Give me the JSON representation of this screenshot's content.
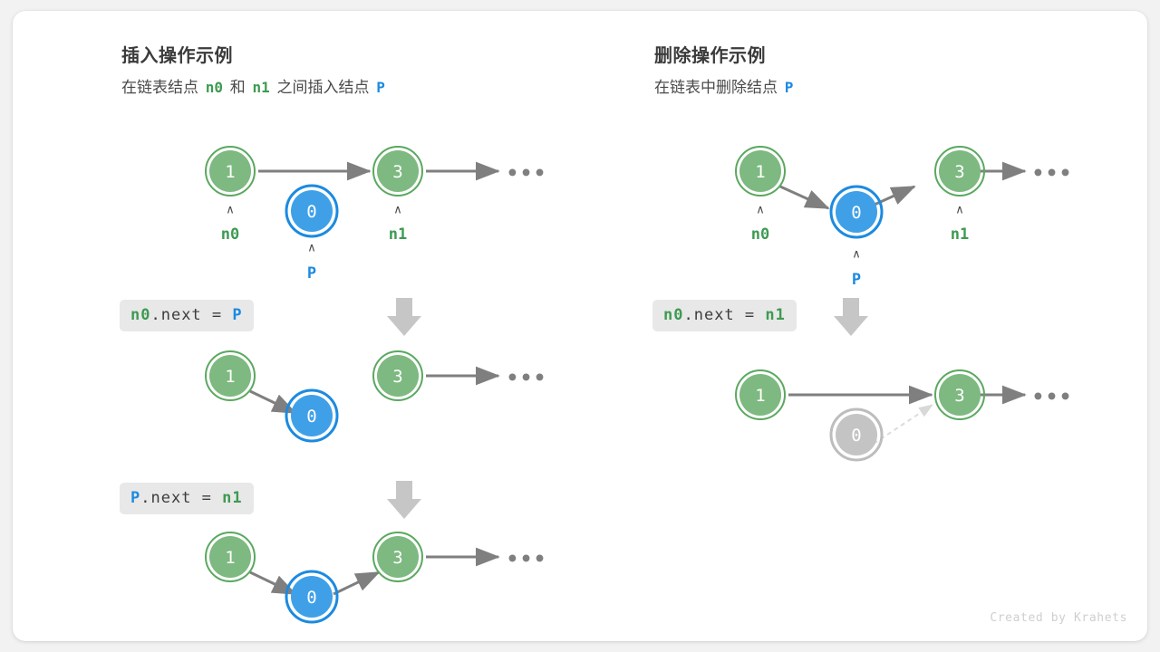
{
  "theme": {
    "page_bg": "#f2f2f2",
    "card_bg": "#ffffff",
    "green_fill": "#7db980",
    "green_ring": "#5aa85f",
    "green_text": "#3e9a52",
    "blue_fill": "#3fa0e8",
    "blue_ring": "#1c8ae0",
    "blue_text": "#1c8ae0",
    "gray_fill": "#c4c4c4",
    "gray_ring": "#bdbdbd",
    "arrow_gray": "#7f7f7f",
    "chip_bg": "#e8e8e8"
  },
  "panels": [
    {
      "id": "insert",
      "title": "插入操作示例",
      "subtitle": {
        "parts": [
          {
            "text": "在链表结点",
            "style": "plain"
          },
          {
            "text": "n0",
            "style": "green"
          },
          {
            "text": "和",
            "style": "plain"
          },
          {
            "text": "n1",
            "style": "green"
          },
          {
            "text": "之间插入结点",
            "style": "plain"
          },
          {
            "text": "P",
            "style": "blue"
          }
        ]
      },
      "steps": [
        {
          "name": "initial-state",
          "nodes": [
            {
              "value": "1",
              "color": "green",
              "pointer": "n0",
              "pointer_color": "green"
            },
            {
              "value": "0",
              "color": "blue",
              "pointer": "P",
              "pointer_color": "blue"
            },
            {
              "value": "3",
              "color": "green",
              "pointer": "n1",
              "pointer_color": "green"
            }
          ],
          "links": [
            "1->3",
            "3->tail"
          ],
          "tail": "•••"
        },
        {
          "name": "after-n0-next-p",
          "code": {
            "tokens": [
              {
                "t": "n0",
                "c": "green"
              },
              {
                "t": ".next = ",
                "c": "plain"
              },
              {
                "t": "P",
                "c": "blue"
              }
            ]
          },
          "nodes": [
            {
              "value": "1",
              "color": "green"
            },
            {
              "value": "0",
              "color": "blue"
            },
            {
              "value": "3",
              "color": "green"
            }
          ],
          "links": [
            "1->0",
            "3->tail"
          ],
          "tail": "•••"
        },
        {
          "name": "after-p-next-n1",
          "code": {
            "tokens": [
              {
                "t": "P",
                "c": "blue"
              },
              {
                "t": ".next = ",
                "c": "plain"
              },
              {
                "t": "n1",
                "c": "green"
              }
            ]
          },
          "nodes": [
            {
              "value": "1",
              "color": "green"
            },
            {
              "value": "0",
              "color": "blue"
            },
            {
              "value": "3",
              "color": "green"
            }
          ],
          "links": [
            "1->0",
            "0->3",
            "3->tail"
          ],
          "tail": "•••"
        }
      ]
    },
    {
      "id": "remove",
      "title": "删除操作示例",
      "subtitle": {
        "parts": [
          {
            "text": "在链表中删除结点",
            "style": "plain"
          },
          {
            "text": "P",
            "style": "blue"
          }
        ]
      },
      "steps": [
        {
          "name": "initial-state",
          "nodes": [
            {
              "value": "1",
              "color": "green",
              "pointer": "n0",
              "pointer_color": "green"
            },
            {
              "value": "0",
              "color": "blue",
              "pointer": "P",
              "pointer_color": "blue"
            },
            {
              "value": "3",
              "color": "green",
              "pointer": "n1",
              "pointer_color": "green"
            }
          ],
          "links": [
            "1->0",
            "0->3",
            "3->tail"
          ],
          "tail": "•••"
        },
        {
          "name": "after-n0-next-n1",
          "code": {
            "tokens": [
              {
                "t": "n0",
                "c": "green"
              },
              {
                "t": ".next = ",
                "c": "plain"
              },
              {
                "t": "n1",
                "c": "green"
              }
            ]
          },
          "nodes": [
            {
              "value": "1",
              "color": "green"
            },
            {
              "value": "0",
              "color": "gray"
            },
            {
              "value": "3",
              "color": "green"
            }
          ],
          "links": [
            "1->3",
            "0-->3-dashed",
            "3->tail"
          ],
          "tail": "•••"
        }
      ]
    }
  ],
  "credit": "Created by Krahets"
}
